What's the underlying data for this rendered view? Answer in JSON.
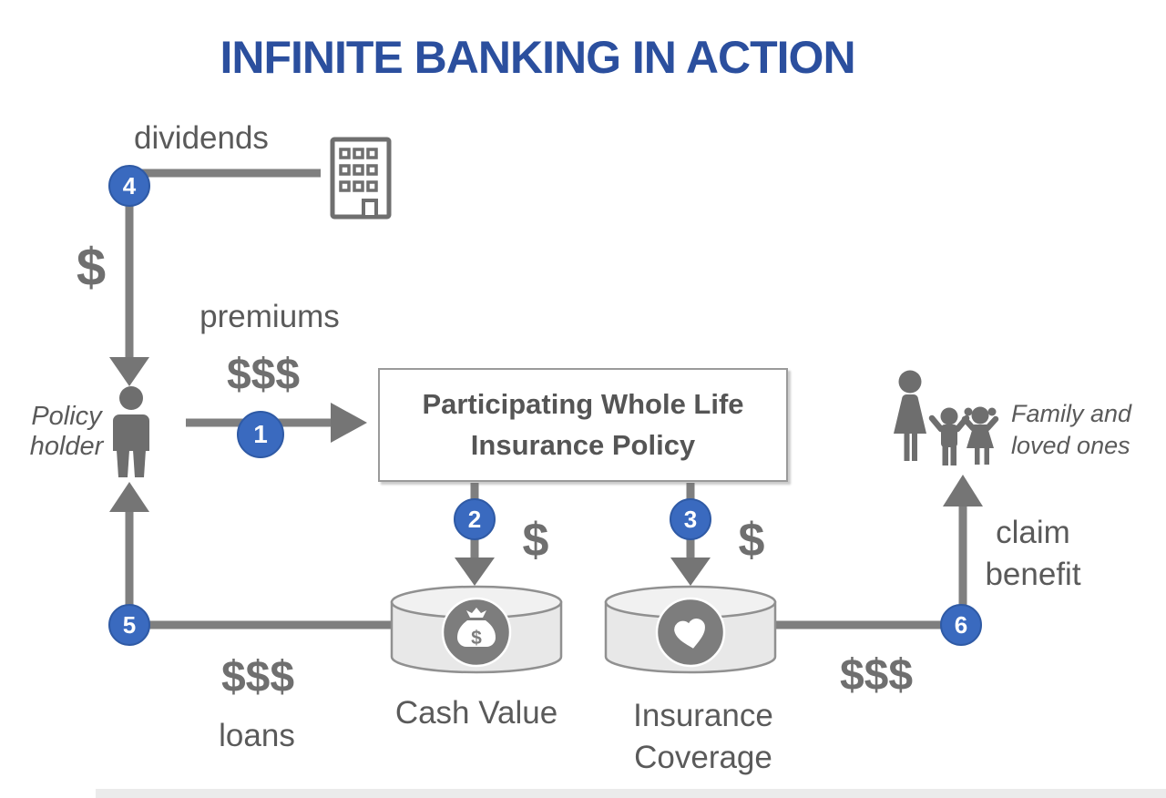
{
  "title": "INFINITE BANKING IN ACTION",
  "steps": [
    "1",
    "2",
    "3",
    "4",
    "5",
    "6"
  ],
  "labels": {
    "dividends": "dividends",
    "premiums": "premiums",
    "policy_holder": "Policy holder",
    "policy_box": "Participating Whole Life Insurance Policy",
    "cash_value": "Cash Value",
    "insurance_coverage": "Insurance Coverage",
    "family": "Family and loved ones",
    "claim_benefit": "claim benefit",
    "loans": "loans",
    "dollar": "$",
    "triple_dollar": "$$$"
  },
  "icons": {
    "insurance_company": "building-icon",
    "policy_holder": "person-icon",
    "cash_value": "money-bag-icon",
    "insurance_coverage": "heart-icon",
    "beneficiaries": "family-icon"
  },
  "colors": {
    "title_blue": "#2b4f9e",
    "step_circle_blue": "#3a6abf",
    "step_circle_border": "#2f5aa5",
    "connector_gray": "#7f7f7f",
    "icon_gray": "#6f6f6f",
    "label_gray": "#5a5a5a",
    "cylinder_fill": "#e8e8e8",
    "cylinder_top_fill": "#f1f1f1",
    "cylinder_stroke": "#909090",
    "badge_gray": "#7d7d7d"
  }
}
